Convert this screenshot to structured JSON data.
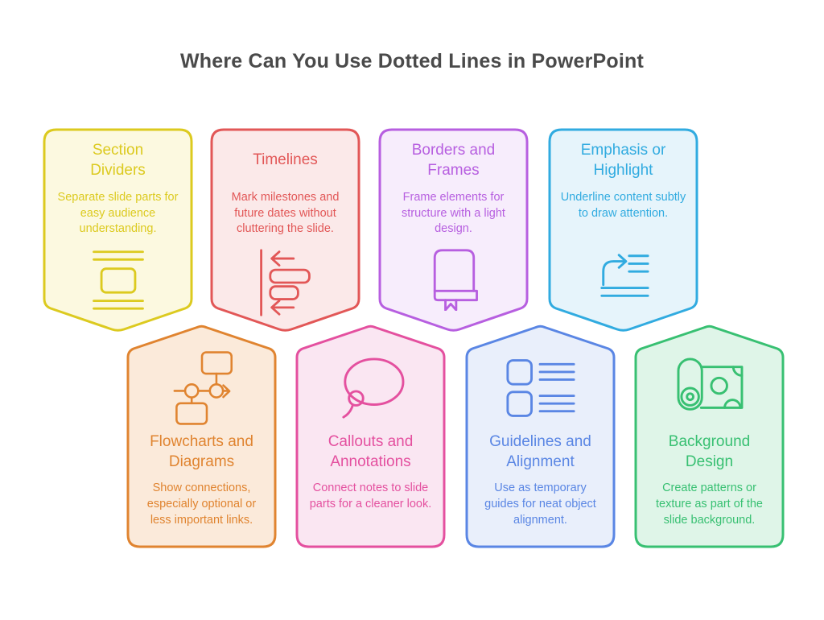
{
  "page": {
    "title": "Where Can You Use Dotted Lines in PowerPoint",
    "title_color": "#4a4a4a",
    "background_color": "#ffffff"
  },
  "cards": [
    {
      "title": "Section\nDividers",
      "description": "Separate slide parts for easy audience understanding.",
      "icon": "section-divider-icon",
      "accent_color": "#dcca1f",
      "fill_color": "#fcf9e0",
      "row": "top"
    },
    {
      "title": "Timelines",
      "description": "Mark milestones and future dates without cluttering the slide.",
      "icon": "timeline-icon",
      "accent_color": "#e25757",
      "fill_color": "#fbe9e9",
      "row": "top"
    },
    {
      "title": "Borders and\nFrames",
      "description": "Frame elements for structure with a light design.",
      "icon": "book-icon",
      "accent_color": "#b75fe0",
      "fill_color": "#f7edfc",
      "row": "top"
    },
    {
      "title": "Emphasis or\nHighlight",
      "description": "Underline content subtly to draw attention.",
      "icon": "redirect-list-icon",
      "accent_color": "#31abe0",
      "fill_color": "#e6f4fb",
      "row": "top"
    },
    {
      "title": "Flowcharts and\nDiagrams",
      "description": "Show connections, especially optional or less important links.",
      "icon": "flowchart-icon",
      "accent_color": "#e08430",
      "fill_color": "#fbeada",
      "row": "bottom"
    },
    {
      "title": "Callouts and\nAnnotations",
      "description": "Connect notes to slide parts for a cleaner look.",
      "icon": "callout-icon",
      "accent_color": "#e4509f",
      "fill_color": "#fae6f2",
      "row": "bottom"
    },
    {
      "title": "Guidelines and\nAlignment",
      "description": "Use as temporary guides for neat object alignment.",
      "icon": "checklist-icon",
      "accent_color": "#5a86e4",
      "fill_color": "#e9effb",
      "row": "bottom"
    },
    {
      "title": "Background\nDesign",
      "description": "Create patterns or texture as part of the slide background.",
      "icon": "wallpaper-roll-icon",
      "accent_color": "#38c072",
      "fill_color": "#dff5e8",
      "row": "bottom"
    }
  ]
}
